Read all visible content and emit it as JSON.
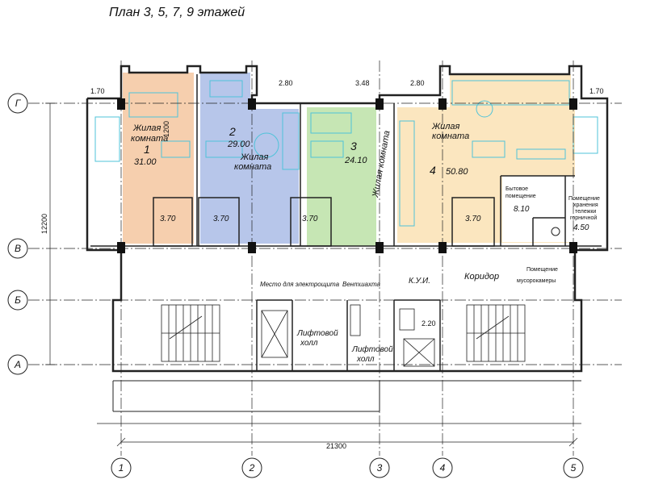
{
  "title": "План 3, 5, 7, 9 этажей",
  "axes": {
    "rows": [
      "Г",
      "В",
      "Б",
      "А"
    ],
    "cols": [
      "1",
      "2",
      "3",
      "4",
      "5"
    ]
  },
  "dimensions": {
    "overall_width": "21300",
    "overall_height": "12200",
    "balcony_left": "1.70",
    "balcony_right": "1.70",
    "top_1": "2.80",
    "top_2": "3.48",
    "top_3": "2.80",
    "width_1200": "1200",
    "kui_area": "2.20"
  },
  "apartments": [
    {
      "num": "1",
      "room": "Жилая комната",
      "area": "31.00",
      "bath": "3.70"
    },
    {
      "num": "2",
      "room": "Жилая комната",
      "area": "29.00",
      "bath": "3.70"
    },
    {
      "num": "3",
      "room": "Жилая комната",
      "area": "24.10",
      "bath": "3.70"
    },
    {
      "num": "4",
      "room": "Жилая комната",
      "area": "50.80",
      "bath": "3.70"
    }
  ],
  "rooms": {
    "utility": "Бытовое помещение",
    "utility_area": "8.10",
    "storage": "Помещение хранения тележки горничной",
    "storage_area": "4.50",
    "garbage": "Помещение мусорокамеры",
    "corridor": "Коридор",
    "kui": "К.У.И.",
    "elec": "Место для электрощита",
    "vent": "Вентшахта",
    "lift_hall": "Лифтовой холл"
  },
  "colors": {
    "apt1": "#f6cfae",
    "apt2": "#b7c6ea",
    "apt3": "#c6e6b4",
    "apt4": "#fbe6bf"
  }
}
